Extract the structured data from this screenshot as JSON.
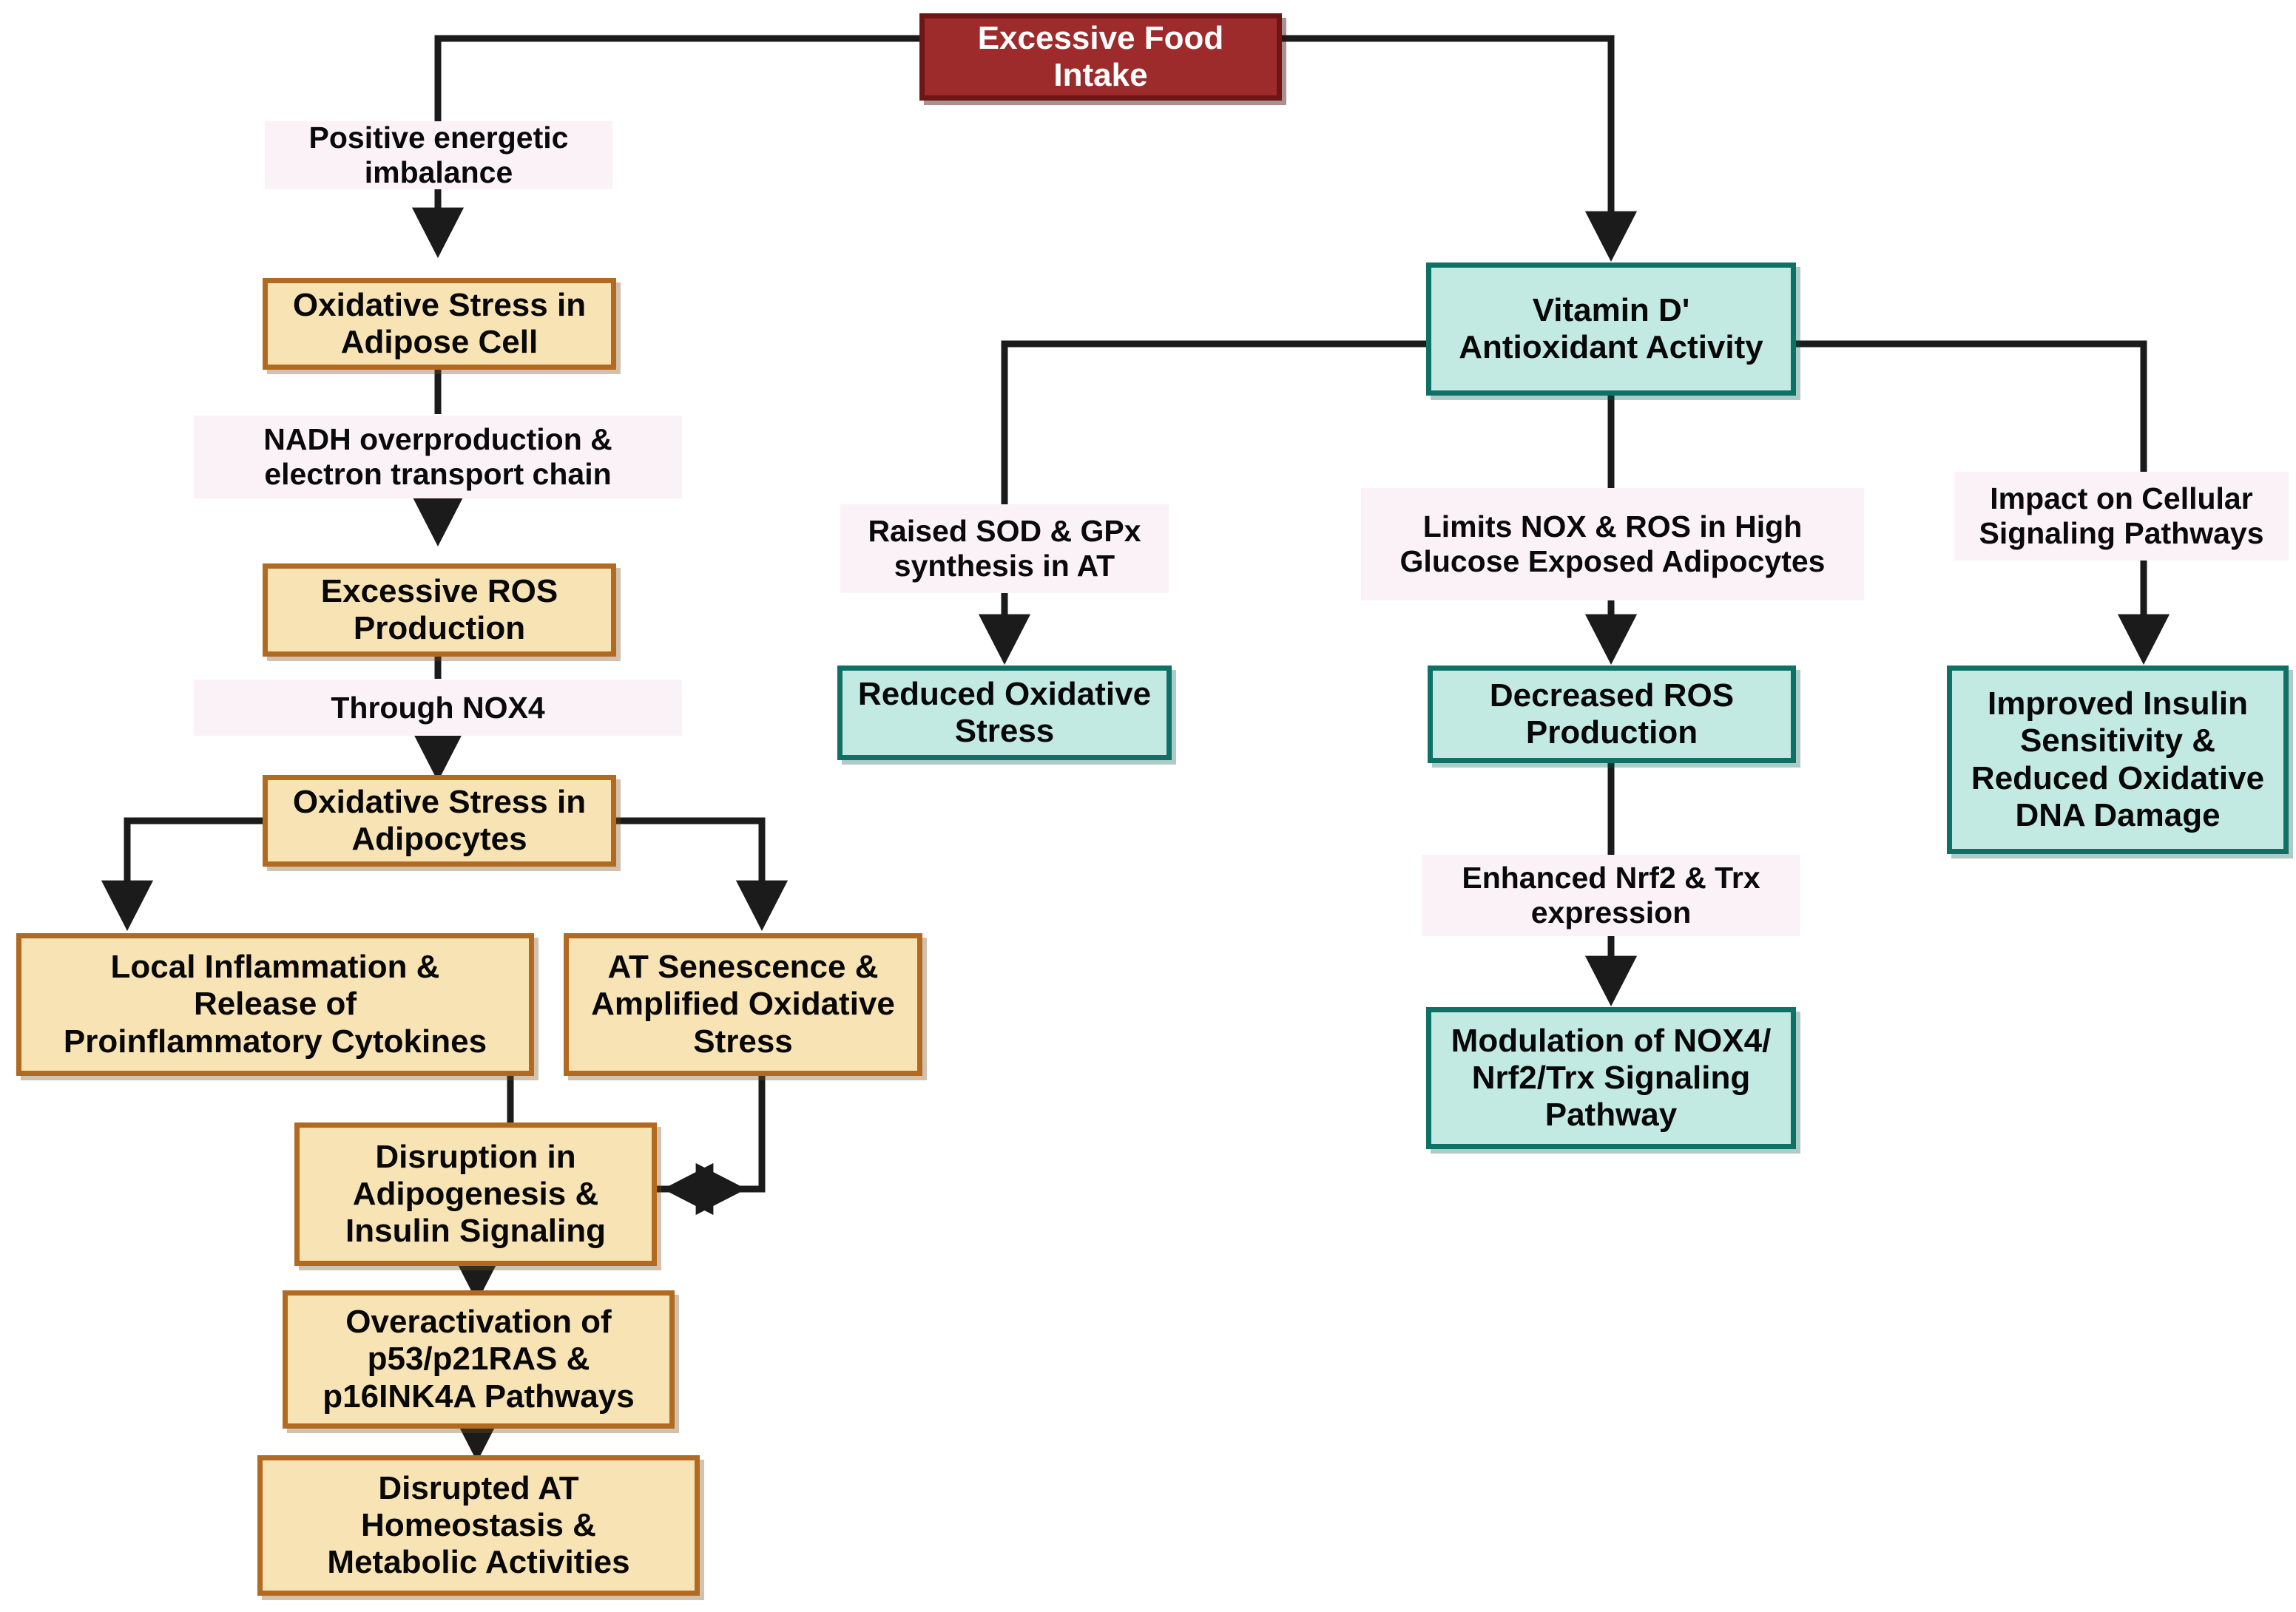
{
  "diagram": {
    "title": "Excessive Food Intake and Vitamin D Antioxidant Activity in Adipose Tissue Oxidative Stress",
    "colors": {
      "root_fill": "#9E2B2B",
      "root_border": "#6E1515",
      "root_text": "#FFFFFF",
      "pathology_fill": "#F7E3B4",
      "pathology_border": "#B26A20",
      "benefit_fill": "#C3E9E3",
      "benefit_border": "#0D7166",
      "label_fill": "#FAF2F7",
      "connector": "#1B1B1B",
      "background": "#FFFFFF"
    },
    "nodes": {
      "root": "Excessive Food\nIntake",
      "lbl_positive_energetic": "Positive energetic\nimbalance",
      "ox_adipose_cell": "Oxidative Stress in\nAdipose Cell",
      "lbl_nadh": "NADH overproduction &\nelectron transport chain",
      "excessive_ros": "Excessive ROS\nProduction",
      "lbl_nox4": "Through NOX4",
      "ox_adipocytes": "Oxidative Stress in\nAdipocytes",
      "local_inflammation": "Local Inflammation &\nRelease of\nProinflammatory Cytokines",
      "at_senescence": "AT Senescence &\nAmplified Oxidative\nStress",
      "disruption_adipogenesis": "Disruption in\nAdipogenesis &\nInsulin Signaling",
      "overactivation_p53": "Overactivation of\np53/p21RAS &\np16INK4A Pathways",
      "disrupted_at_homeostasis": "Disrupted AT\nHomeostasis &\nMetabolic Activities",
      "vitamin_d": "Vitamin D'\nAntioxidant Activity",
      "lbl_sod_gpx": "Raised SOD & GPx\nsynthesis in AT",
      "reduced_oxidative_stress": "Reduced Oxidative\nStress",
      "lbl_limits_nox": "Limits NOX & ROS in High\nGlucose Exposed Adipocytes",
      "decreased_ros": "Decreased ROS\nProduction",
      "lbl_nrf2_trx": "Enhanced Nrf2 & Trx\nexpression",
      "modulation_nox4": "Modulation of NOX4/\nNrf2/Trx Signaling\nPathway",
      "lbl_cellular_signaling": "Impact on Cellular\nSignaling Pathways",
      "improved_insulin": "Improved Insulin\nSensitivity &\nReduced Oxidative\nDNA Damage"
    }
  }
}
